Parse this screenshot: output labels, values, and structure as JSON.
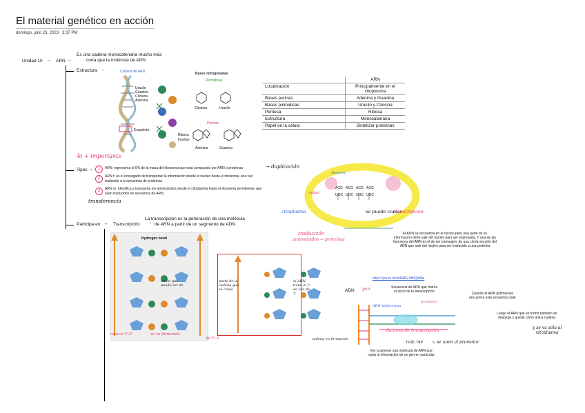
{
  "header": {
    "title": "El material genético en acción",
    "date": "domingo, julio 23, 2023",
    "time": "3:37 PM"
  },
  "outline": {
    "unit": "Unidad 10",
    "topic": "ARN",
    "definition_l1": "Es una cadena monocatenaria mucho más",
    "definition_l2": "corta que la molécula de ADN",
    "estructura": "Estructura",
    "tipos": "Tipos",
    "participa": "Participa en",
    "transcripcion": "Transcripción",
    "transcripcion_def_l1": "La transcripción es la generación de una molécula",
    "transcripcion_def_l2": "de ARN a partir de un segmento de ADN"
  },
  "structure_fig": {
    "left_title": "Cadena de ARN",
    "bases": [
      "Uracilo",
      "Guanina",
      "Citosina",
      "Adenina"
    ],
    "ribose": "Ribosa",
    "phosphate": "Fosfato",
    "backbone": "Esqueleto",
    "nitro_title": "Bases nitrogenadas",
    "pirimidinas": "Pirimidinas",
    "purinas": "Purinas",
    "citosina": "Citosina",
    "uracilo": "Uracilo",
    "adenina": "Adenina",
    "guanina": "Guanina",
    "note": "lo + importante"
  },
  "table": {
    "header": "ARN",
    "rows": [
      [
        "Localización",
        "Principalmente en el citoplasma"
      ],
      [
        "Bases purinas",
        "Adenina y Guanina"
      ],
      [
        "Bases pirimidicas",
        "Uracilo y Citosina"
      ],
      [
        "Pentosa",
        "Ribosa"
      ],
      [
        "Estructura",
        "Monocatenaria"
      ],
      [
        "Papel en la célula",
        "Sintetizar proteínas"
      ]
    ]
  },
  "tipos_items": [
    {
      "num": "1",
      "text": "ARN: representa el 5% de la masa del ribosoma que está compuesto por ARN o proteínas",
      "tag": "duplicación"
    },
    {
      "num": "2",
      "text": "ARN t: es el encargado de transportar la información desde el núcleo hasta el ribosoma, una vez",
      "text2": "traducido a la secuencia de proteínas"
    },
    {
      "num": "3",
      "text": "ARN m: identifica y transporta los aminoácidos desde el citoplasma hasta el ribosoma permitiendo que",
      "text2": "sean traducidos en secuencia de ARN"
    }
  ],
  "tipos_note": "transferencia",
  "diagram_labels": {
    "hydrogen_bond": "Hydrogen bond",
    "note1": "unión que puede ser de",
    "note2": "parte de la cadena que se copia",
    "note3": "el ARN tiene el U en vez de T",
    "sugar1": "azúcar 3'-5'",
    "sugar2": "se va formando",
    "sugar3": "de 5'-3'",
    "cadena": "cadena en formación"
  },
  "cell": {
    "text_l1": "El ADN se encuentra en el núcleo pero una parte de su",
    "text_l2": "información debe salir del núcleo para ser expresada. Y una de las",
    "text_l3": "funciones del ARN es el de ser mensajero de una cierta sección del",
    "text_l4": "ADN que sale del núcleo para ser traducido a una proteína",
    "nucleo": "núcleo",
    "citoplasma": "citoplasma",
    "ribosoma": "ribosoma",
    "se_puede_copiar": "se puede copiar",
    "transcripcion_tag": "transcripción",
    "traduccion": "traducción",
    "aminoacidos": "aminoácidos → proteínas",
    "codons": [
      "ACG",
      "ACG",
      "ACG",
      "ACG"
    ],
    "codon_seq": [
      "UGC",
      "UGC",
      "UGC",
      "UGC"
    ]
  },
  "promoter": {
    "link": "https://youtu.be/mPAfG-MHQm8w",
    "adn": "ADN",
    "gene": "gen",
    "text1_l1": "Secuencia de ADN que marca",
    "text1_l2": "el inicio de la transcripción",
    "text2_l1": "Cuando el ARN polimerasa",
    "text2_l2": "encuentra esta secuencia sale",
    "text3_l1": "Luego el ARN que se formó también se",
    "text3_l2": "despega y queda como única cadena",
    "text4": "y se va sola al",
    "text4b": "citoplasma",
    "promotor": "promotor",
    "factores": "factores de transcripción",
    "polimerasa": "ARN polimerasa",
    "tfiid": "TFIID, TBP",
    "se_unen": "se unen al promotor",
    "bottom_l1": "Voy a generar una molécula de ARN que",
    "bottom_l2": "copia la información de un gen en particular"
  }
}
